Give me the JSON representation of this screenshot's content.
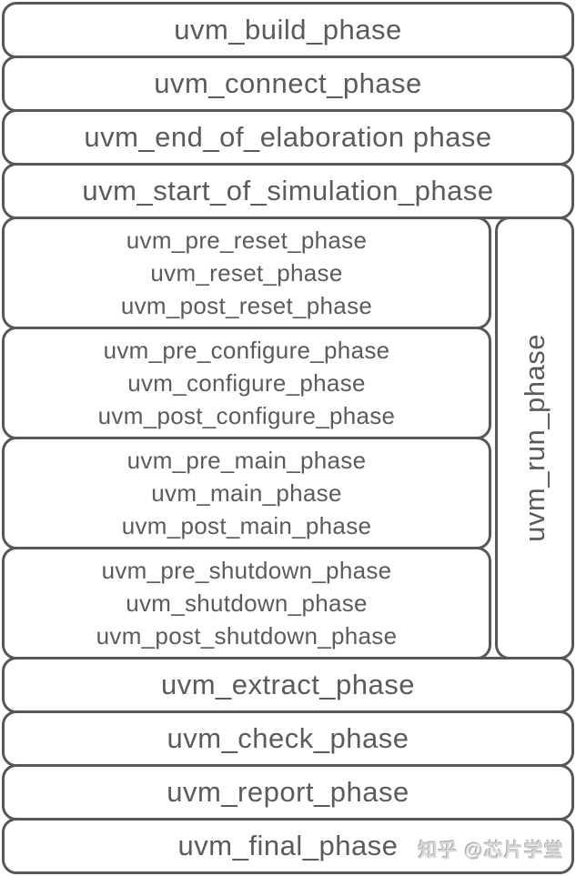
{
  "diagram": {
    "title": "UVM phases flow",
    "colors": {
      "border": "#57575a",
      "text": "#5b5b5d",
      "background": "#ffffff",
      "watermark_text": "#d8d8d8"
    },
    "pre_run_phases": [
      "uvm_build_phase",
      "uvm_connect_phase",
      "uvm_end_of_elaboration phase",
      "uvm_start_of_simulation_phase"
    ],
    "run_group": {
      "label": "uvm_run_phase",
      "sub_groups": [
        {
          "lines": [
            "uvm_pre_reset_phase",
            "uvm_reset_phase",
            "uvm_post_reset_phase"
          ]
        },
        {
          "lines": [
            "uvm_pre_configure_phase",
            "uvm_configure_phase",
            "uvm_post_configure_phase"
          ]
        },
        {
          "lines": [
            "uvm_pre_main_phase",
            "uvm_main_phase",
            "uvm_post_main_phase"
          ]
        },
        {
          "lines": [
            "uvm_pre_shutdown_phase",
            "uvm_shutdown_phase",
            "uvm_post_shutdown_phase"
          ]
        }
      ]
    },
    "post_run_phases": [
      "uvm_extract_phase",
      "uvm_check_phase",
      "uvm_report_phase",
      "uvm_final_phase"
    ],
    "watermark": "知乎 @芯片学堂"
  }
}
